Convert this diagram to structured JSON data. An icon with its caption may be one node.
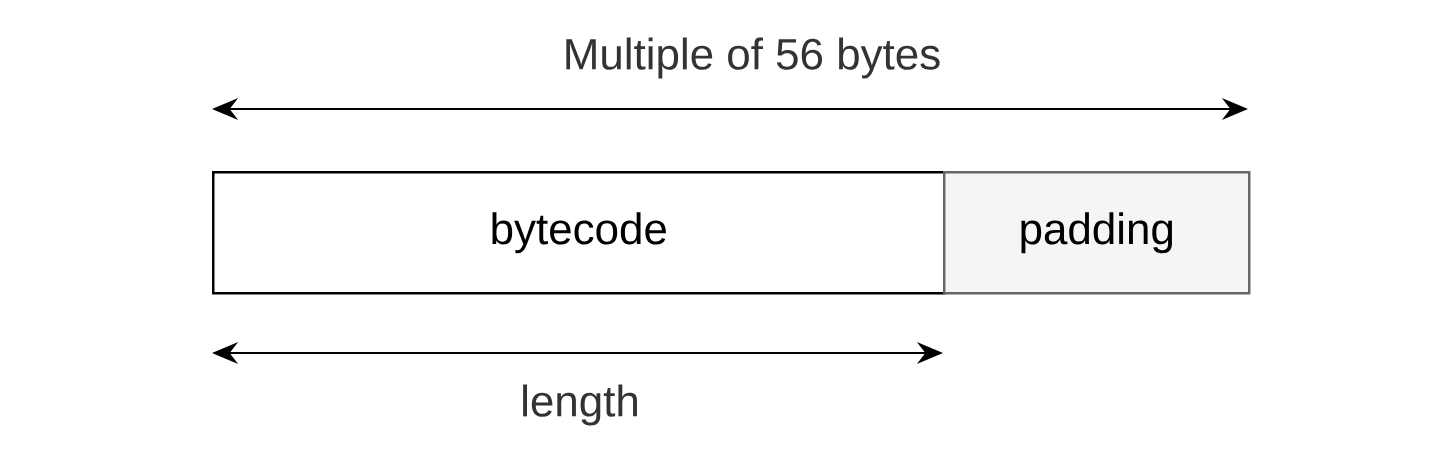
{
  "diagram": {
    "nodes": [
      {
        "text": [
          "bytecode"
        ]
      },
      {
        "text": [
          "padding"
        ]
      }
    ],
    "labels": [
      "Multiple of 56 bytes",
      "length"
    ]
  }
}
